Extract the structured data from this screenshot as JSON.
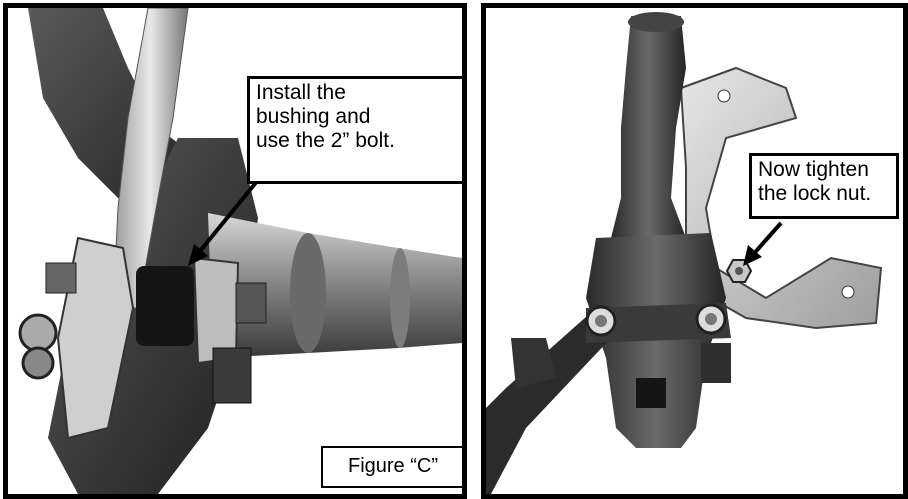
{
  "left_panel": {
    "callout_lines": [
      "Install the",
      "bushing and",
      "use the 2” bolt."
    ],
    "figure_label": "Figure “C”"
  },
  "right_panel": {
    "callout_lines": [
      "Now tighten",
      "the lock nut."
    ]
  }
}
